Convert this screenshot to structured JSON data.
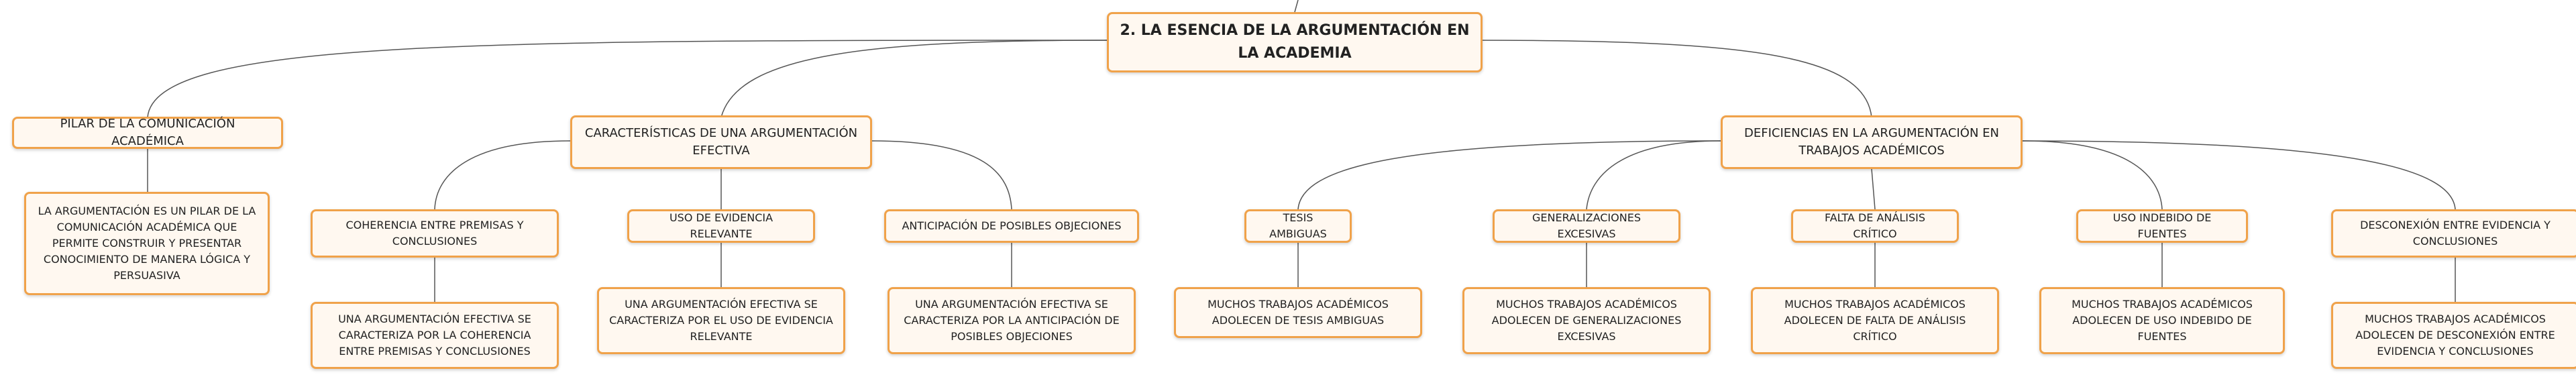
{
  "root": {
    "label": "2. LA ESENCIA DE LA ARGUMENTACIÓN EN LA ACADEMIA"
  },
  "branches": [
    {
      "label": "PILAR DE LA COMUNICACIÓN ACADÉMICA",
      "children": [
        {
          "label": "LA ARGUMENTACIÓN ES UN PILAR DE LA COMUNICACIÓN ACADÉMICA QUE PERMITE CONSTRUIR Y PRESENTAR CONOCIMIENTO DE MANERA LÓGICA Y PERSUASIVA"
        }
      ]
    },
    {
      "label": "CARACTERÍSTICAS DE UNA ARGUMENTACIÓN EFECTIVA",
      "children": [
        {
          "label": "COHERENCIA ENTRE PREMISAS Y CONCLUSIONES",
          "detail": "UNA ARGUMENTACIÓN EFECTIVA SE CARACTERIZA POR LA COHERENCIA ENTRE PREMISAS Y CONCLUSIONES"
        },
        {
          "label": "USO DE EVIDENCIA RELEVANTE",
          "detail": "UNA ARGUMENTACIÓN EFECTIVA SE CARACTERIZA POR EL USO DE EVIDENCIA RELEVANTE"
        },
        {
          "label": "ANTICIPACIÓN DE POSIBLES OBJECIONES",
          "detail": "UNA ARGUMENTACIÓN EFECTIVA SE CARACTERIZA POR LA ANTICIPACIÓN DE POSIBLES OBJECIONES"
        }
      ]
    },
    {
      "label": "DEFICIENCIAS EN LA ARGUMENTACIÓN EN TRABAJOS ACADÉMICOS",
      "children": [
        {
          "label": "TESIS AMBIGUAS",
          "detail": "MUCHOS TRABAJOS ACADÉMICOS ADOLECEN DE TESIS AMBIGUAS"
        },
        {
          "label": "GENERALIZACIONES EXCESIVAS",
          "detail": "MUCHOS TRABAJOS ACADÉMICOS ADOLECEN DE GENERALIZACIONES EXCESIVAS"
        },
        {
          "label": "FALTA DE ANÁLISIS CRÍTICO",
          "detail": "MUCHOS TRABAJOS ACADÉMICOS ADOLECEN DE FALTA DE ANÁLISIS CRÍTICO"
        },
        {
          "label": "USO INDEBIDO DE FUENTES",
          "detail": "MUCHOS TRABAJOS ACADÉMICOS ADOLECEN DE USO INDEBIDO DE FUENTES"
        },
        {
          "label": "DESCONEXIÓN ENTRE EVIDENCIA Y CONCLUSIONES",
          "detail": "MUCHOS TRABAJOS ACADÉMICOS ADOLECEN DE DESCONEXIÓN ENTRE EVIDENCIA Y CONCLUSIONES"
        }
      ]
    }
  ],
  "colors": {
    "border": "#f0a24a",
    "fill": "#fff8f0",
    "connector": "#555555",
    "text": "#222222"
  }
}
